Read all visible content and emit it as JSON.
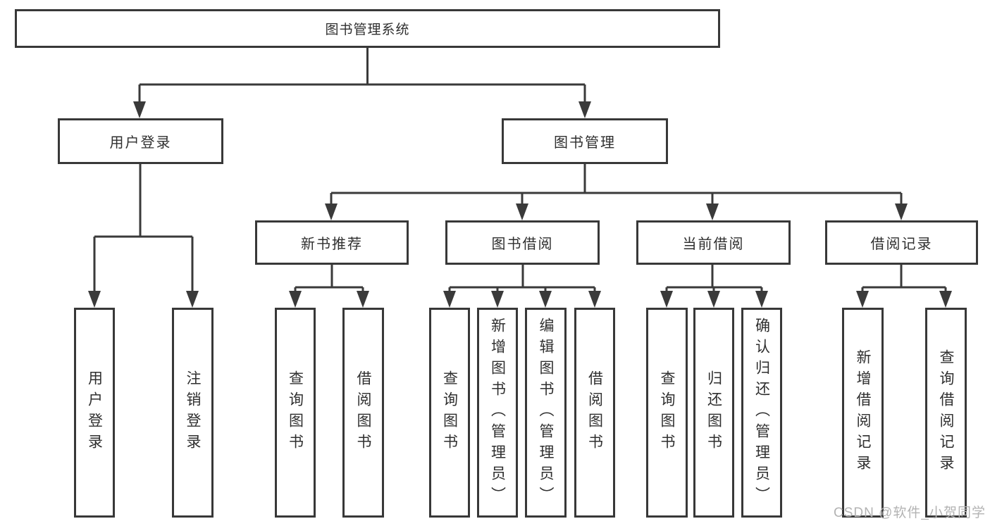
{
  "diagram": {
    "root": {
      "label": "图书管理系统"
    },
    "branches": [
      {
        "label": "用户登录",
        "children": [
          {
            "label": "用户登录"
          },
          {
            "label": "注销登录"
          }
        ]
      },
      {
        "label": "图书管理",
        "children": [
          {
            "label": "新书推荐",
            "children": [
              {
                "label": "查询图书"
              },
              {
                "label": "借阅图书"
              }
            ]
          },
          {
            "label": "图书借阅",
            "children": [
              {
                "label": "查询图书"
              },
              {
                "label": "新增图书（管理员）"
              },
              {
                "label": "编辑图书（管理员）"
              },
              {
                "label": "借阅图书"
              }
            ]
          },
          {
            "label": "当前借阅",
            "children": [
              {
                "label": "查询图书"
              },
              {
                "label": "归还图书"
              },
              {
                "label": "确认归还（管理员）"
              }
            ]
          },
          {
            "label": "借阅记录",
            "children": [
              {
                "label": "新增借阅记录"
              },
              {
                "label": "查询借阅记录"
              }
            ]
          }
        ]
      }
    ],
    "watermark": "CSDN @软件_小贺同学",
    "colors": {
      "line": "#3a3a3a",
      "border": "#383838",
      "text": "#2f2f2f",
      "watermark": "#b3b3b3",
      "background": "#ffffff"
    }
  }
}
